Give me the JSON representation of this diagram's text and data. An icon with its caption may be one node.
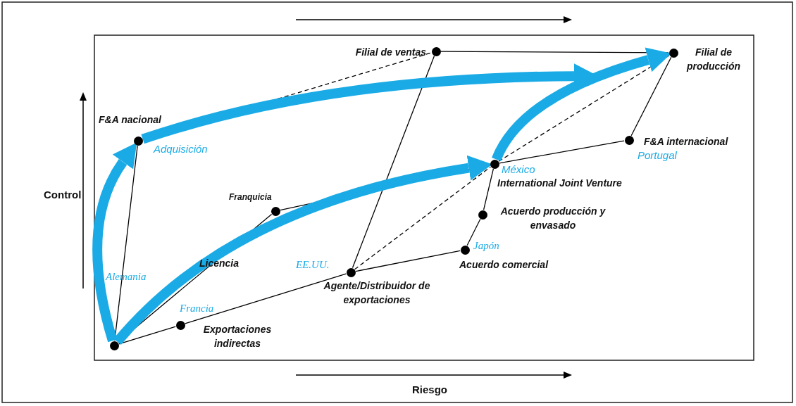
{
  "diagram": {
    "nodes": [
      {
        "text": [],
        "shape": "circle"
      },
      {
        "text": [],
        "shape": "circle",
        "beside": [
          "Exportaciones indirectas"
        ]
      },
      {
        "text": [],
        "shape": "circle",
        "beside": [
          "Agente/Distribuidor de exportaciones"
        ]
      },
      {
        "text": [],
        "shape": "circle",
        "beside": [
          "Acuerdo comercial"
        ]
      },
      {
        "text": [],
        "shape": "circle",
        "beside": [
          "Acuerdo producción y envasado"
        ]
      },
      {
        "text": [],
        "shape": "circle",
        "beside": [
          "International Joint Venture"
        ]
      },
      {
        "text": [],
        "shape": "circle",
        "beside": [
          "F&A internacional"
        ]
      },
      {
        "text": [],
        "shape": "circle",
        "beside": [
          "Filial de producción"
        ]
      },
      {
        "text": [],
        "shape": "circle",
        "beside": [
          "Filial de ventas"
        ]
      },
      {
        "text": [],
        "shape": "circle",
        "beside": [
          "F&A nacional"
        ]
      },
      {
        "text": [],
        "shape": "circle",
        "beside": [
          "Franquicia"
        ]
      }
    ],
    "edges": [
      {
        "from": 0,
        "to": 1,
        "arrow": "none"
      },
      {
        "from": 1,
        "to": 2,
        "arrow": "none"
      },
      {
        "from": 2,
        "to": 3,
        "arrow": "none"
      },
      {
        "from": 3,
        "to": 4,
        "arrow": "none"
      },
      {
        "from": 4,
        "to": 5,
        "arrow": "none"
      },
      {
        "from": 5,
        "to": 6,
        "arrow": "none"
      },
      {
        "from": 6,
        "to": 7,
        "arrow": "none"
      },
      {
        "from": 8,
        "to": 7,
        "arrow": "none"
      },
      {
        "from": 2,
        "to": 8,
        "arrow": "none"
      },
      {
        "from": 0,
        "to": 9,
        "arrow": "none"
      },
      {
        "from": 0,
        "to": 10,
        "arrow": "none",
        "label": "Licencia"
      },
      {
        "from": 10,
        "to": 5,
        "arrow": "none"
      },
      {
        "from": 9,
        "to": 8,
        "arrow": "none",
        "style": "dashed"
      },
      {
        "from": 2,
        "to": 5,
        "arrow": "none",
        "style": "dashed"
      },
      {
        "from": 5,
        "to": 7,
        "arrow": "none",
        "style": "dashed"
      },
      {
        "from": 0,
        "to": 9,
        "arrow": "to",
        "style": "thick",
        "color": "#1aabe6"
      },
      {
        "from": 0,
        "to": 5,
        "arrow": "to",
        "style": "thick",
        "color": "#1aabe6"
      },
      {
        "from": 9,
        "to": null,
        "arrow": "to",
        "style": "thick",
        "color": "#1aabe6"
      },
      {
        "from": 5,
        "to": 7,
        "arrow": "to",
        "style": "thick",
        "color": "#1aabe6"
      }
    ],
    "labels": [
      "Adquisición",
      "Portugal",
      "México",
      "Control",
      "Japón",
      "EE.UU.",
      "Alemania",
      "Francia",
      "Riesgo"
    ]
  }
}
